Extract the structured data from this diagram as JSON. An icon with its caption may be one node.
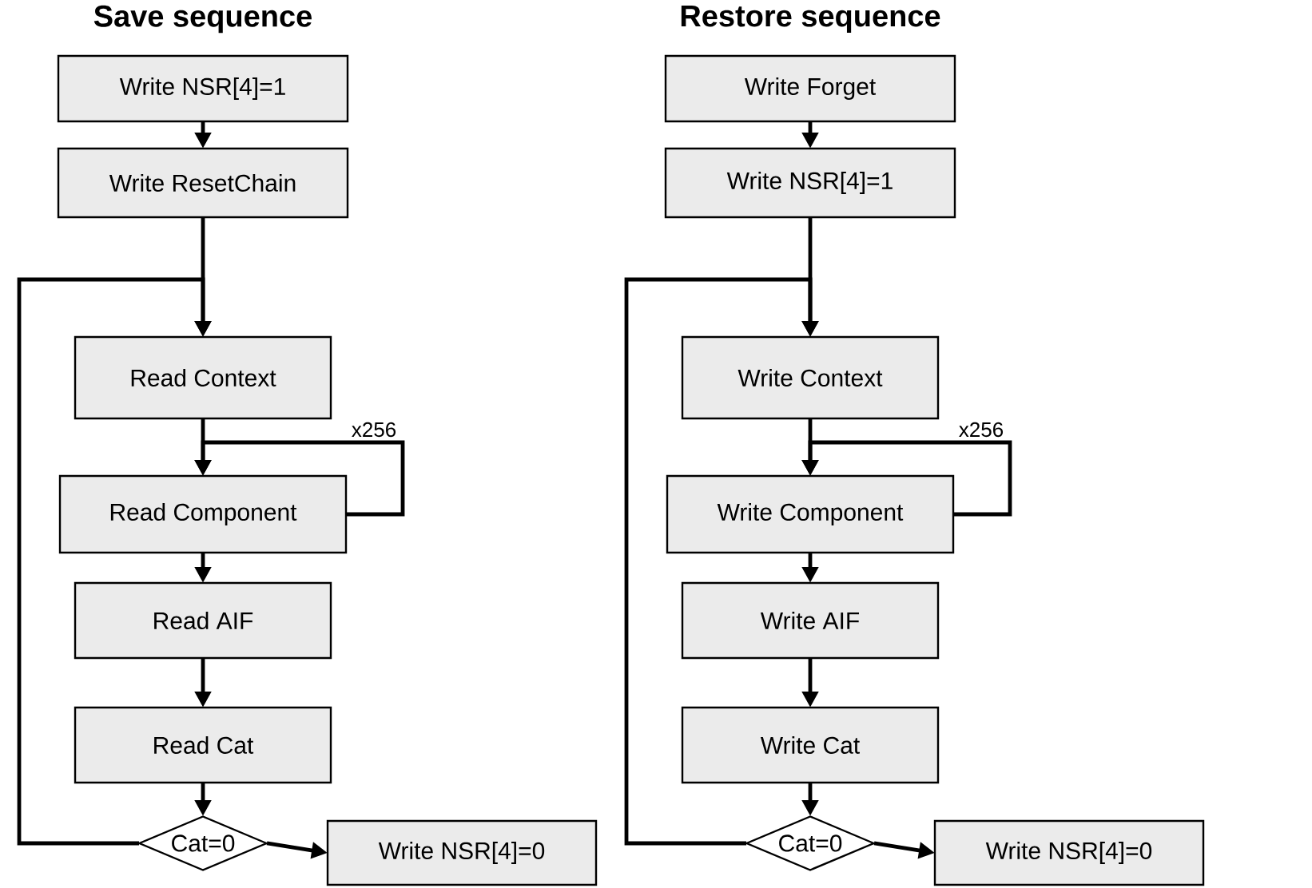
{
  "diagram": {
    "nodes": [
      {
        "text": [
          "Write NSR[4]=1"
        ]
      },
      {
        "text": [
          "Write ResetChain"
        ]
      },
      {
        "text": [
          "Read Context"
        ]
      },
      {
        "text": [
          "Read Component"
        ]
      },
      {
        "text": [
          "Read AIF"
        ]
      },
      {
        "text": [
          "Read Cat"
        ]
      },
      {
        "text": [
          "Cat=0"
        ]
      },
      {
        "text": [
          "Write NSR[4]=0"
        ]
      },
      {
        "text": [
          "Write Forget"
        ]
      },
      {
        "text": [
          "Write NSR[4]=1"
        ]
      },
      {
        "text": [
          "Write Context"
        ]
      },
      {
        "text": [
          "Write Component"
        ]
      },
      {
        "text": [
          "Write AIF"
        ]
      },
      {
        "text": [
          "Write Cat"
        ]
      },
      {
        "text": [
          "Cat=0"
        ]
      },
      {
        "text": [
          "Write NSR[4]=0"
        ]
      }
    ],
    "edges": [
      {
        "from": 0,
        "to": 1,
        "arrow": "to"
      },
      {
        "from": 1,
        "to": 2,
        "arrow": "to"
      },
      {
        "from": 2,
        "to": 3,
        "arrow": "to"
      },
      {
        "from": 3,
        "to": 3,
        "arrow": "to",
        "label": "x256"
      },
      {
        "from": 3,
        "to": 4,
        "arrow": "to"
      },
      {
        "from": 4,
        "to": 5,
        "arrow": "to"
      },
      {
        "from": 5,
        "to": 6,
        "arrow": "to"
      },
      {
        "from": 6,
        "to": 7,
        "arrow": "to"
      },
      {
        "from": 6,
        "to": 2,
        "arrow": "to"
      },
      {
        "from": 8,
        "to": 9,
        "arrow": "to"
      },
      {
        "from": 9,
        "to": 10,
        "arrow": "to"
      },
      {
        "from": 10,
        "to": 11,
        "arrow": "to"
      },
      {
        "from": 11,
        "to": 11,
        "arrow": "to",
        "label": "x256"
      },
      {
        "from": 11,
        "to": 12,
        "arrow": "to"
      },
      {
        "from": 12,
        "to": 13,
        "arrow": "to"
      },
      {
        "from": 13,
        "to": 14,
        "arrow": "to"
      },
      {
        "from": 14,
        "to": 15,
        "arrow": "to"
      },
      {
        "from": 14,
        "to": 10,
        "arrow": "to"
      }
    ],
    "labels": [
      "Save sequence",
      "Restore sequence"
    ]
  }
}
